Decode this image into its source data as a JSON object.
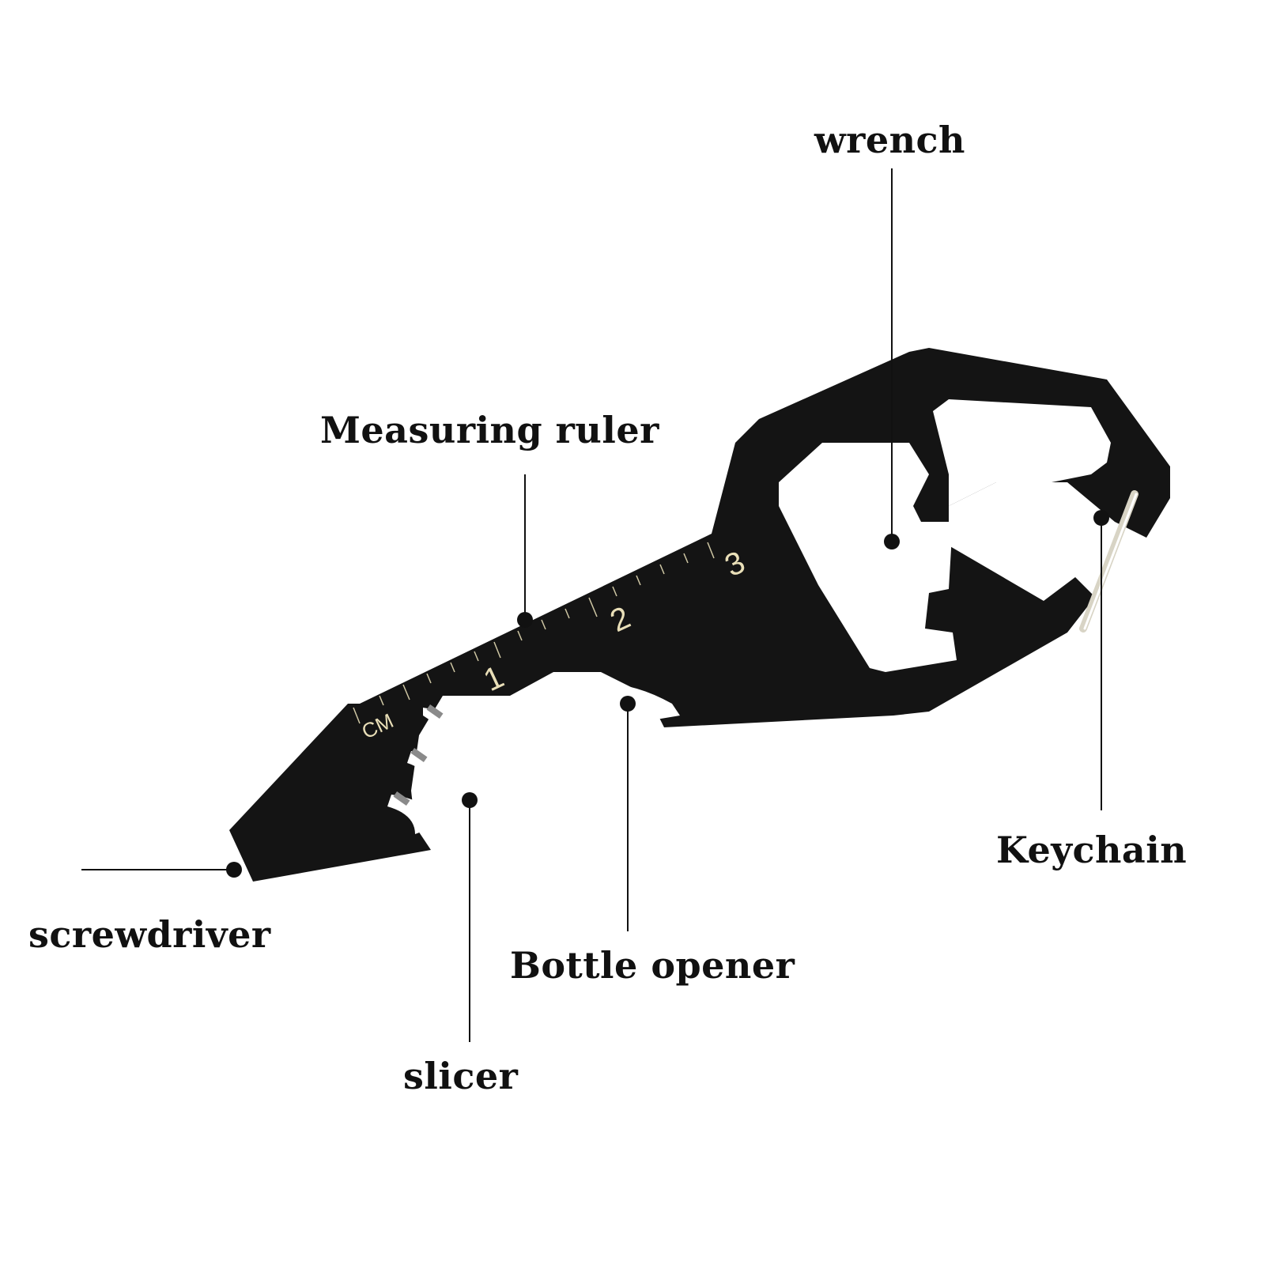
{
  "diagram": {
    "subject": "Multi-function keychain tool",
    "body_color": "#141414",
    "label_color": "#111111",
    "marking_color": "#e9dfb8",
    "callouts": [
      {
        "id": "wrench",
        "label": "wrench"
      },
      {
        "id": "measuring-ruler",
        "label": "Measuring ruler"
      },
      {
        "id": "keychain",
        "label": "Keychain"
      },
      {
        "id": "screwdriver",
        "label": "screwdriver"
      },
      {
        "id": "bottle-opener",
        "label": "Bottle opener"
      },
      {
        "id": "slicer",
        "label": "slicer"
      }
    ],
    "ruler": {
      "unit": "CM",
      "numbers": [
        "1",
        "2",
        "3"
      ]
    }
  }
}
